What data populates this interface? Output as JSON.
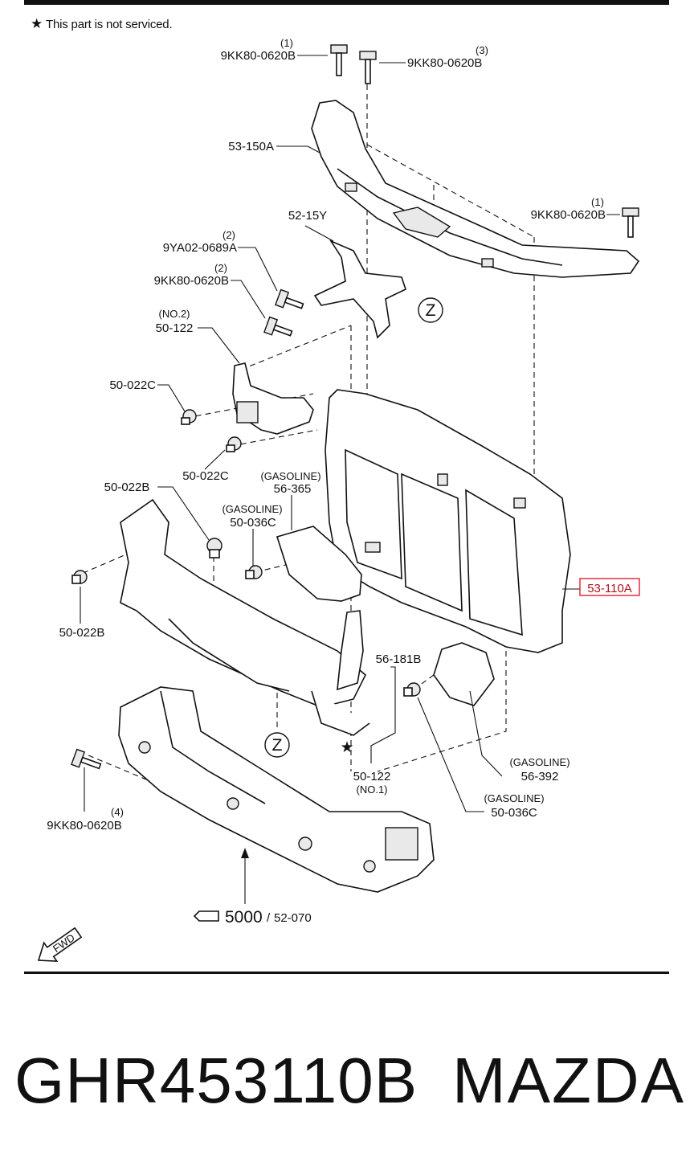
{
  "header_note": {
    "star": "★",
    "text": "This part is not serviced."
  },
  "callouts": [
    {
      "id": "bolt-1-top",
      "qty": "(1)",
      "code": "9KK80-0620B"
    },
    {
      "id": "bolt-3-top",
      "qty": "(3)",
      "code": "9KK80-0620B"
    },
    {
      "id": "upper-member",
      "code": "53-150A"
    },
    {
      "id": "bolt-1-right",
      "qty": "(1)",
      "code": "9KK80-0620B"
    },
    {
      "id": "bracket",
      "code": "52-15Y"
    },
    {
      "id": "bolt-2a",
      "qty": "(2)",
      "code": "9YA02-0689A"
    },
    {
      "id": "bolt-2b",
      "qty": "(2)",
      "code": "9KK80-0620B"
    },
    {
      "id": "guide-no2",
      "note": "(NO.2)",
      "code": "50-122"
    },
    {
      "id": "clip-022c-a",
      "code": "50-022C"
    },
    {
      "id": "clip-022c-b",
      "code": "50-022C"
    },
    {
      "id": "duct-365",
      "note": "(GASOLINE)",
      "code": "56-365"
    },
    {
      "id": "clip-036c-a",
      "note": "(GASOLINE)",
      "code": "50-036C"
    },
    {
      "id": "clip-022b-a",
      "code": "50-022B"
    },
    {
      "id": "clip-022b-b",
      "code": "50-022B"
    },
    {
      "id": "radiator-support",
      "code": "53-110A"
    },
    {
      "id": "deflector",
      "code": "56-181B"
    },
    {
      "id": "duct-392",
      "note": "(GASOLINE)",
      "code": "56-392"
    },
    {
      "id": "guide-no1",
      "code": "50-122",
      "note": "(NO.1)"
    },
    {
      "id": "clip-036c-b",
      "note": "(GASOLINE)",
      "code": "50-036C"
    },
    {
      "id": "bolt-4",
      "qty": "(4)",
      "code": "9KK80-0620B"
    }
  ],
  "reference": {
    "big": "5000",
    "small": "52-070"
  },
  "view_marker": "Z",
  "fwd_label": "FWD",
  "part_number": "GHR453110B",
  "brand": "MAZDA",
  "colors": {
    "highlight": "#e02030",
    "ink": "#111111"
  }
}
